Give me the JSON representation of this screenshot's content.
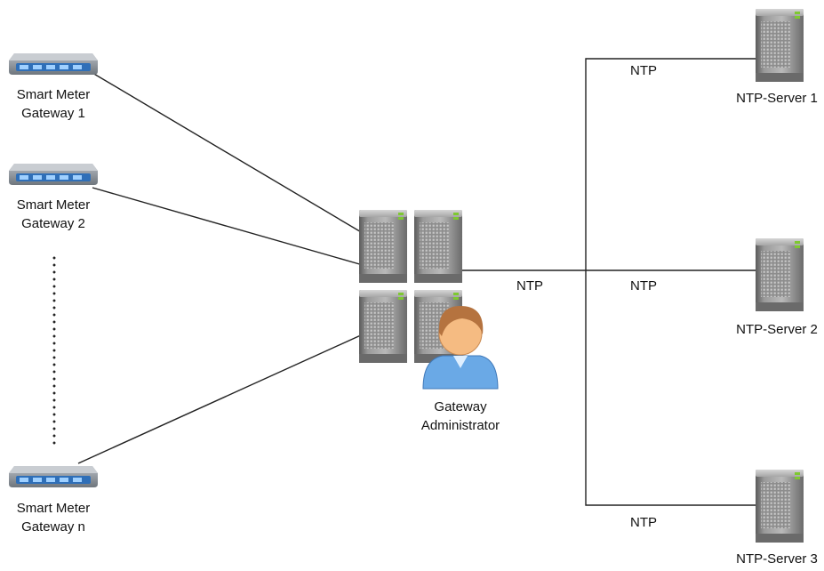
{
  "gateways": [
    {
      "label_line1": "Smart Meter",
      "label_line2": "Gateway 1"
    },
    {
      "label_line1": "Smart Meter",
      "label_line2": "Gateway 2"
    },
    {
      "label_line1": "Smart Meter",
      "label_line2": "Gateway n"
    }
  ],
  "administrator": {
    "label_line1": "Gateway",
    "label_line2": "Administrator"
  },
  "ntp_servers": [
    {
      "label": "NTP-Server 1"
    },
    {
      "label": "NTP-Server 2"
    },
    {
      "label": "NTP-Server 3"
    }
  ],
  "edge_labels": {
    "admin_link": "NTP",
    "server1_link": "NTP",
    "server2_link": "NTP",
    "server3_link": "NTP"
  },
  "colors": {
    "line": "#222222",
    "server_body": "#8a8a8a",
    "server_led": "#7ec832",
    "gateway_body": "#8e959c",
    "gateway_port": "#3f86d8",
    "user_shirt": "#6aa9e6",
    "user_hair": "#b5733f",
    "user_skin": "#f5bb82"
  },
  "icons": {
    "gateway": "router-icon",
    "server": "server-tower-icon",
    "administrator": "user-icon"
  }
}
